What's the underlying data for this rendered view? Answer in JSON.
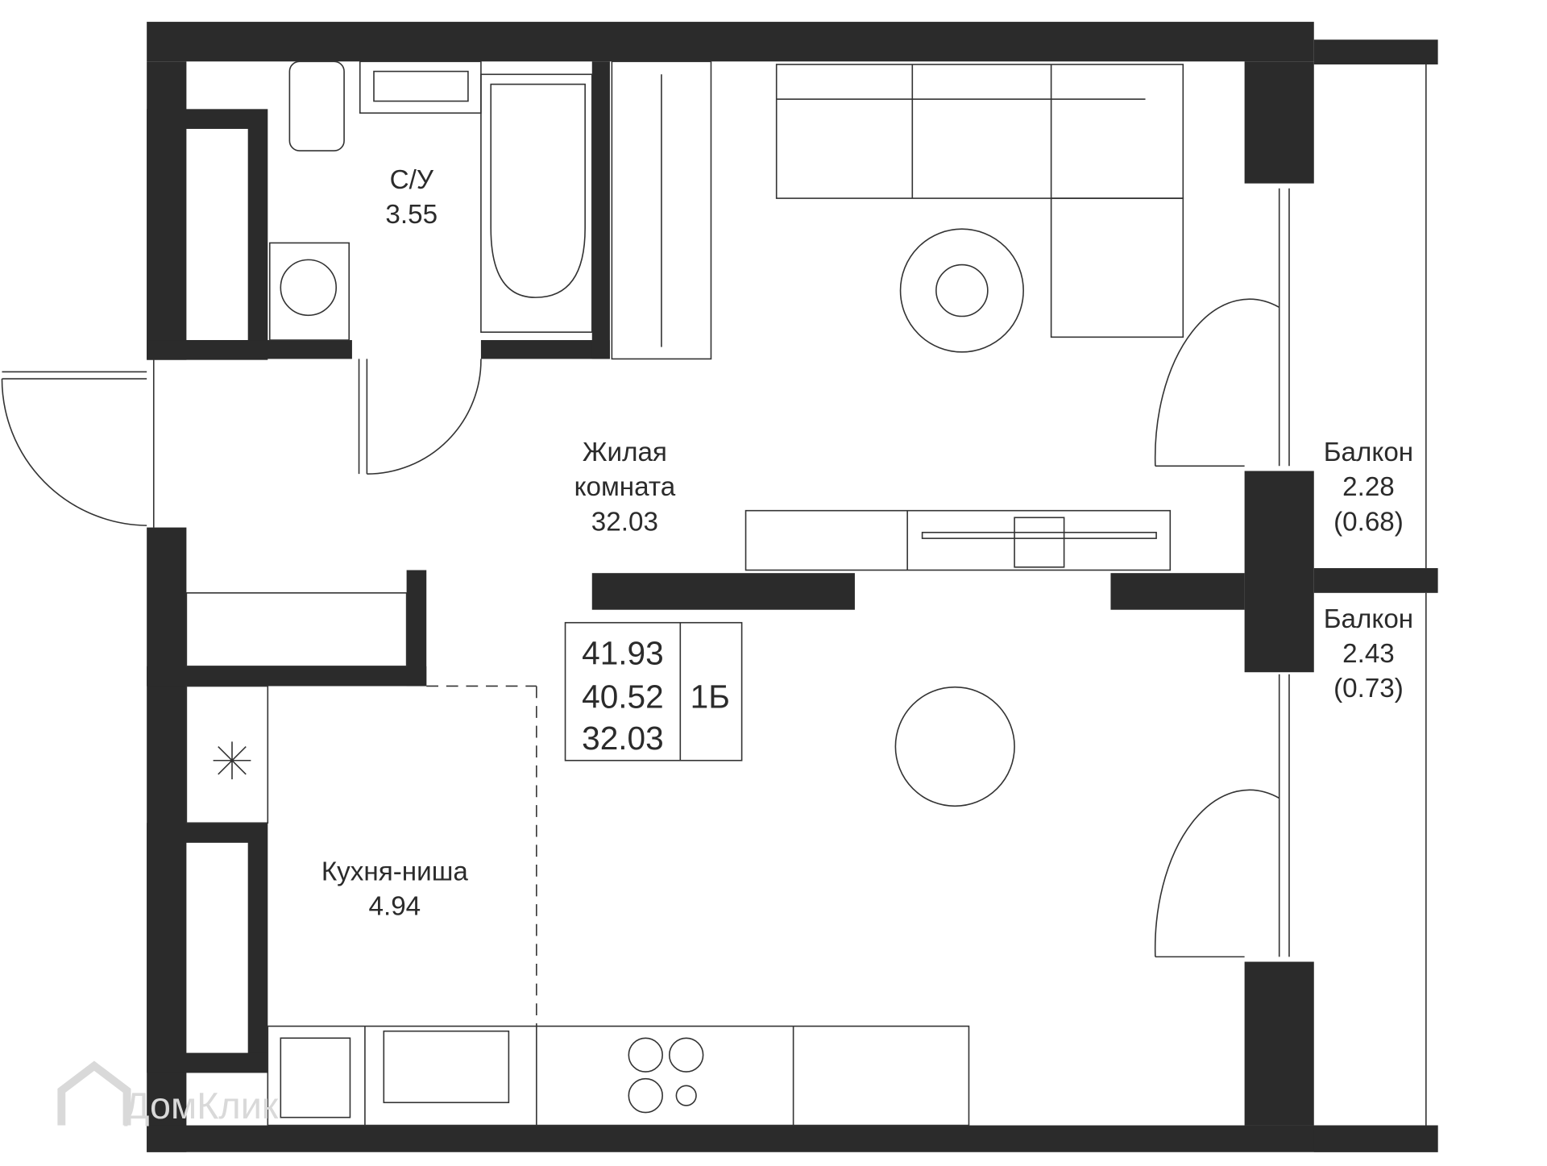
{
  "plan": {
    "rooms": [
      {
        "name": "С/У",
        "area": "3.55"
      },
      {
        "name_line1": "Жилая",
        "name_line2": "комната",
        "area": "32.03"
      },
      {
        "name": "Кухня-ниша",
        "area": "4.94"
      },
      {
        "name": "Балкон",
        "area": "2.28",
        "reduced_area": "(0.68)"
      },
      {
        "name": "Балкон",
        "area": "2.43",
        "reduced_area": "(0.73)"
      }
    ],
    "summary": {
      "total_area": "41.93",
      "area_without_balconies": "40.52",
      "living_area": "32.03",
      "type": "1Б"
    },
    "watermark": "ДомКлик",
    "colors": {
      "wall": "#2b2b2b",
      "line": "#333333",
      "watermark": "#d9d9d9"
    }
  }
}
